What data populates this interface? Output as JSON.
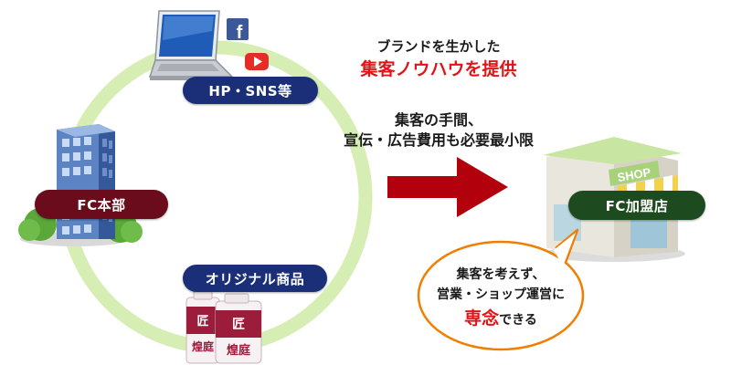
{
  "labels": {
    "hp_sns": "HP・SNS等",
    "fc_honbu": "FC本部",
    "original_products": "オリジナル商品",
    "fc_kameiten": "FC加盟店",
    "shop_sign": "SHOP"
  },
  "messages": {
    "brand_line1": "ブランドを生かした",
    "brand_line2": "集客ノウハウを提供",
    "cost_line1": "集客の手間、",
    "cost_line2": "宣伝・広告費用も必要最小限"
  },
  "bubble": {
    "line1": "集客を考えず、",
    "line2": "営業・ショップ運営に",
    "emphasis": "専念",
    "suffix": "できる"
  },
  "products": {
    "brand_char": "匠",
    "name": "煌庭"
  },
  "colors": {
    "ring": "#d6eeb4",
    "navy": "#1a2f78",
    "maroon": "#6b0c1d",
    "green": "#1d4a1e",
    "arrow": "#b3000d",
    "red_text": "#e11418",
    "bubble_border": "#f07e00",
    "facebook": "#3b5998",
    "youtube": "#e52d27"
  },
  "icons": {
    "laptop": "laptop-icon",
    "facebook": "facebook-icon",
    "youtube": "youtube-icon",
    "building": "office-building-icon",
    "shop": "shop-storefront-icon",
    "bottles": "product-bottles-icon",
    "arrow": "right-arrow-icon"
  }
}
